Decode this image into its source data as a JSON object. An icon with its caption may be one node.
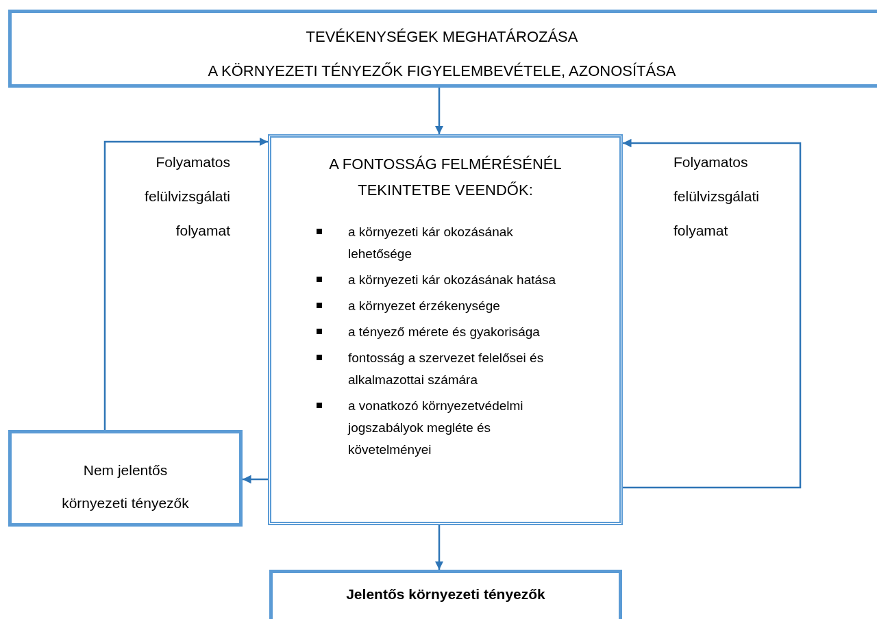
{
  "diagram": {
    "nodes": [
      {
        "text": [
          "TEVÉKENYSÉGEK MEGHATÁROZÁSA",
          "A KÖRNYEZETI TÉNYEZŐK FIGYELEMBEVÉTELE, AZONOSÍTÁSA"
        ]
      },
      {
        "text": [
          "A FONTOSSÁG FELMÉRÉSÉNÉL TEKINTETBE VEENDŐK:",
          "a környezeti kár okozásának lehetősége",
          "a környezeti kár okozásának hatása",
          "a környezet érzékenysége",
          "a tényező mérete és gyakorisága",
          "fontosság a szervezet felelősei és alkalmazottai számára",
          "a vonatkozó környezetvédelmi jogszabályok megléte és követelményei"
        ]
      },
      {
        "text": [
          "Nem jelentős környezeti tényezők"
        ]
      },
      {
        "text": [
          "Jelentős környezeti tényezők"
        ]
      }
    ],
    "edges": [
      {
        "from": 0,
        "to": 1,
        "arrow": "to"
      },
      {
        "from": 1,
        "to": 2,
        "arrow": "to"
      },
      {
        "from": 2,
        "to": 1,
        "arrow": "to",
        "label": "Folyamatos felülvizsgálati folyamat"
      },
      {
        "from": 1,
        "to": 1,
        "arrow": "to",
        "label": "Folyamatos felülvizsgálati folyamat"
      },
      {
        "from": 1,
        "to": 3,
        "arrow": "to"
      }
    ]
  }
}
